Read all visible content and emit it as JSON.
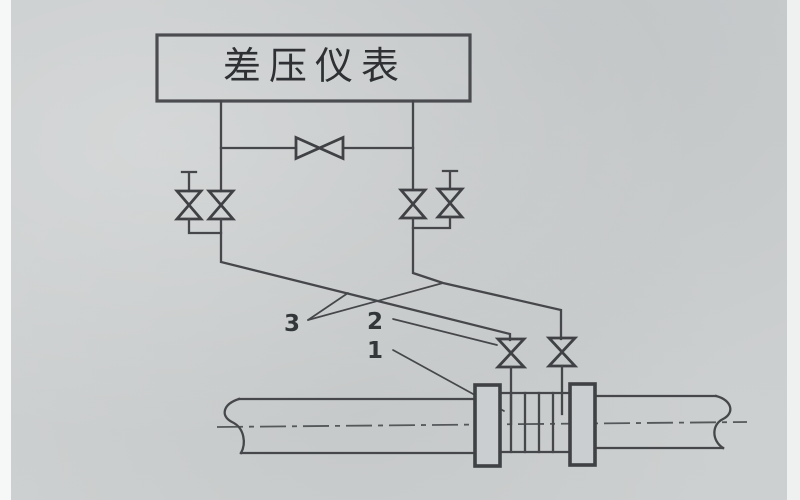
{
  "colors": {
    "paper": "#cbced0",
    "ink": "#45474a",
    "title_ink": "#2e3033",
    "page_margin_white": "#f6f7f7"
  },
  "diagram": {
    "instrument_label": "差压仪表",
    "callouts": {
      "c3": "3",
      "c2": "2",
      "c1": "1"
    }
  }
}
